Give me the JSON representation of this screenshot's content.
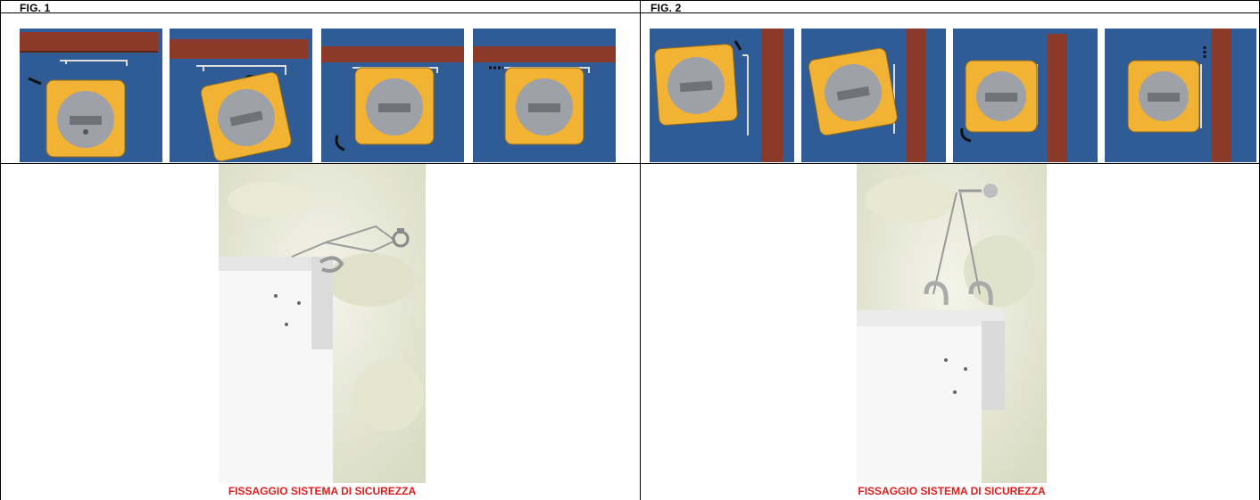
{
  "figures": [
    {
      "label": "FIG. 1",
      "caption": "FISSAGGIO SISTEMA DI SICUREZZA"
    },
    {
      "label": "FIG. 2",
      "caption": "FISSAGGIO SISTEMA DI SICUREZZA"
    }
  ],
  "colors": {
    "step_background": "#2f5c97",
    "housing": "#f2b233",
    "brick": "#8b3a2a",
    "caption": "#e01b1b"
  }
}
